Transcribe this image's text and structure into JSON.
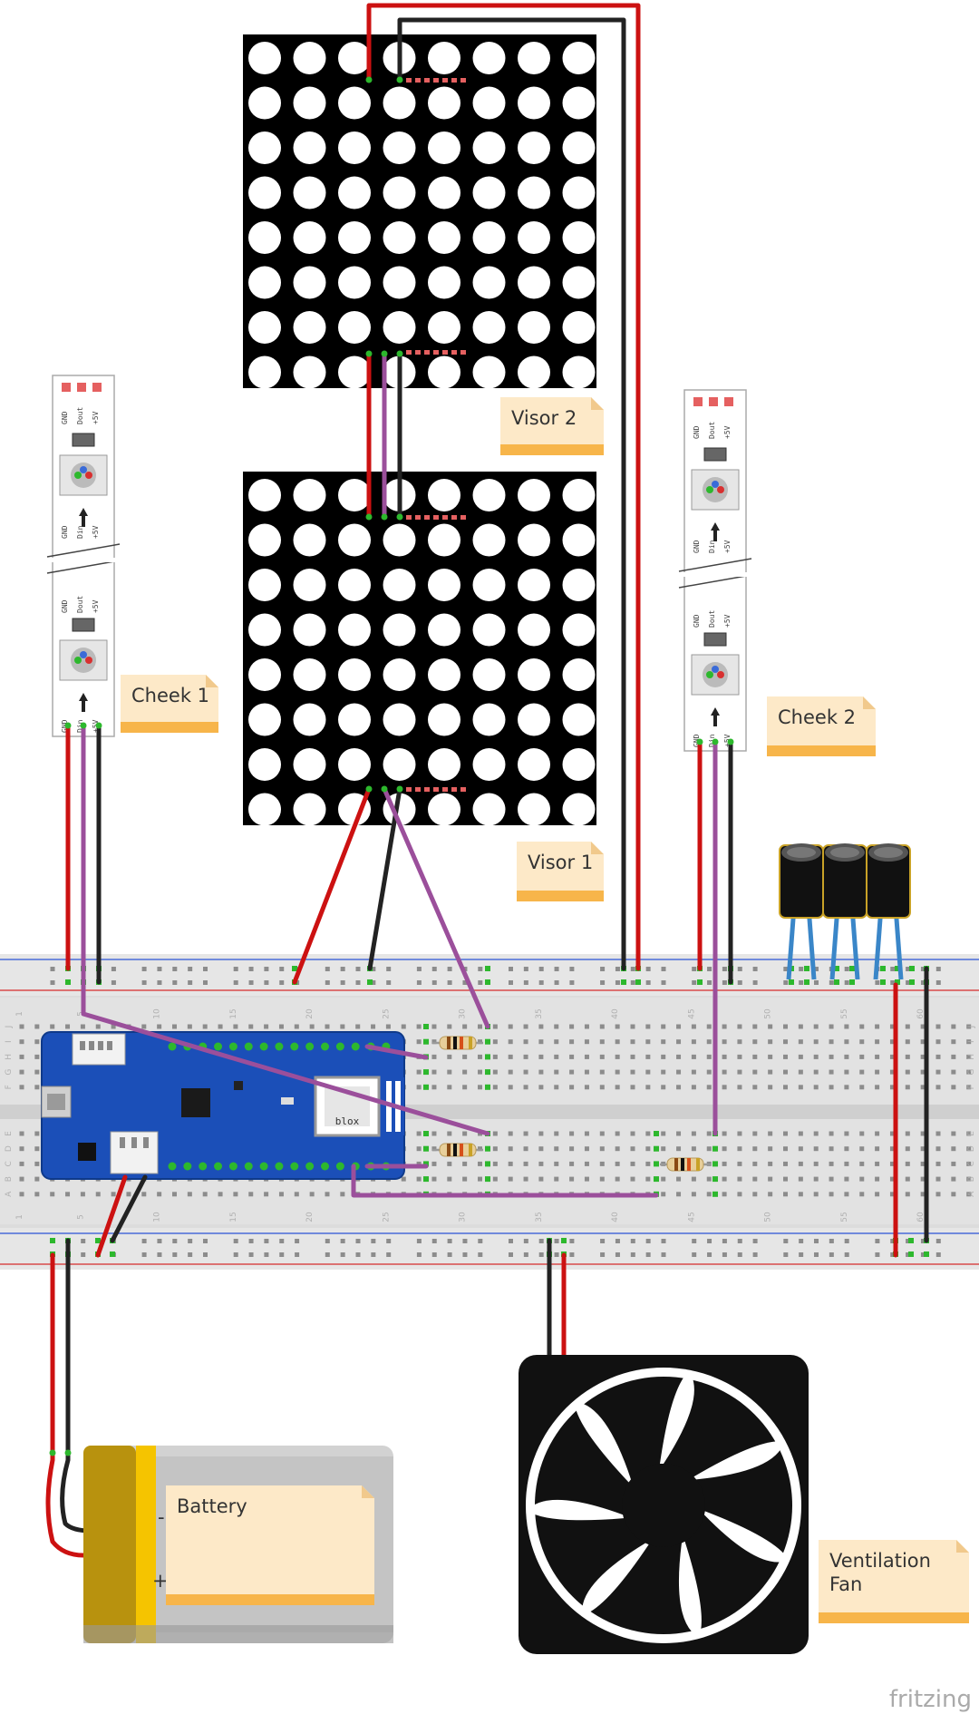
{
  "labels": {
    "visor2": "Visor 2",
    "visor1": "Visor 1",
    "cheek1": "Cheek 1",
    "cheek2": "Cheek 2",
    "battery": "Battery",
    "fan_line1": "Ventilation",
    "fan_line2": "Fan"
  },
  "strip_pins": {
    "top": [
      "GND",
      "Dout",
      "+5V"
    ],
    "bottom": [
      "GND",
      "Din",
      "+5V"
    ]
  },
  "board_label": "blox",
  "battery_terminals": {
    "minus": "-",
    "plus": "+"
  },
  "breadboard": {
    "column_numbers": [
      "1",
      "5",
      "10",
      "15",
      "20",
      "25",
      "30",
      "35",
      "40",
      "45",
      "50",
      "55",
      "60"
    ],
    "row_letters_top": [
      "J",
      "I",
      "H",
      "G",
      "F"
    ],
    "row_letters_bottom": [
      "E",
      "D",
      "C",
      "B",
      "A"
    ]
  },
  "brand": "fritzing",
  "colors": {
    "wire_red": "#cc1111",
    "wire_black": "#222222",
    "wire_purple": "#9b4f9b",
    "wire_blue": "#3a86c8",
    "note_fill": "#fde9c8",
    "note_band": "#f7b54a",
    "board_blue": "#1b4fb8",
    "matrix_black": "#000000",
    "battery_gold": "#b8920e"
  }
}
